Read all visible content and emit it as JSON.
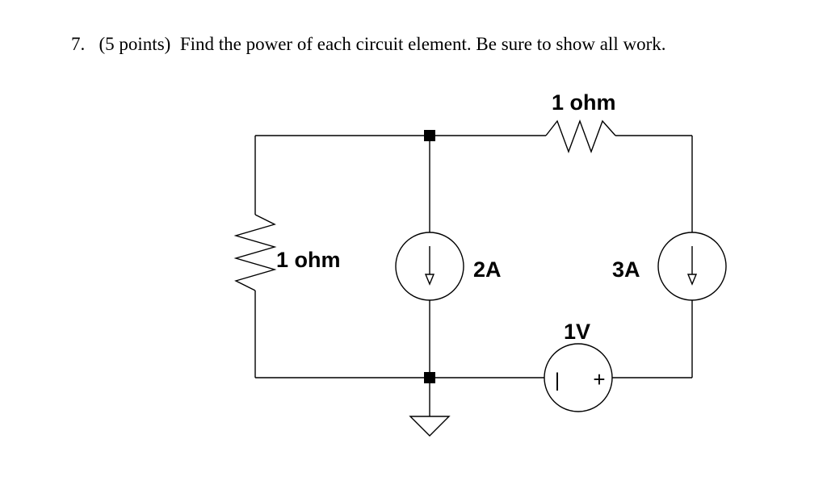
{
  "problem": {
    "number": "7.",
    "points": "(5 points)",
    "text": "Find the power of each circuit element.  Be sure to show all work."
  },
  "circuit": {
    "top_resistor_label": "1 ohm",
    "left_resistor_label": "1 ohm",
    "current_source_middle_label": "2A",
    "current_source_right_label": "3A",
    "voltage_source_label": "1V",
    "voltage_source_minus": "|",
    "voltage_source_plus": "+"
  }
}
